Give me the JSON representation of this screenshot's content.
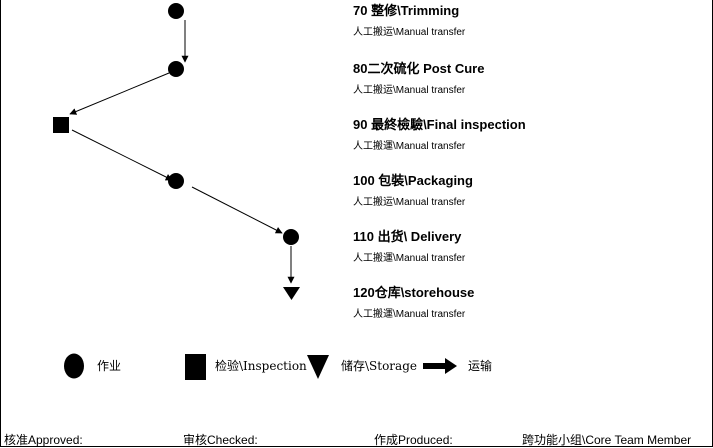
{
  "steps": [
    {
      "title": "70 整修\\Trimming",
      "transfer": "人工搬运\\Manual transfer",
      "symbol": "operation"
    },
    {
      "title": "80二次硫化 Post Cure",
      "transfer": "人工搬运\\Manual transfer",
      "symbol": "operation"
    },
    {
      "title": "90 最終檢驗\\Final inspection",
      "transfer": "人工搬運\\Manual transfer",
      "symbol": "inspection"
    },
    {
      "title": "100 包裝\\Packaging",
      "transfer": "人工搬运\\Manual transfer",
      "symbol": "operation"
    },
    {
      "title": "110 出货\\ Delivery",
      "transfer": "人工搬運\\Manual transfer",
      "symbol": "operation"
    },
    {
      "title": "120仓库\\storehouse",
      "transfer": "人工搬運\\Manual transfer",
      "symbol": "storage"
    }
  ],
  "legend": {
    "operation": "作业",
    "inspection": "检验\\Inspection",
    "storage": "储存\\Storage",
    "transport": "运输"
  },
  "footer": {
    "approved": "核准Approved:",
    "checked": "审核Checked:",
    "produced": "作成Produced:",
    "team": "跨功能小组\\Core Team Member"
  },
  "colors": {
    "symbol": "#000000",
    "background": "#ffffff"
  }
}
